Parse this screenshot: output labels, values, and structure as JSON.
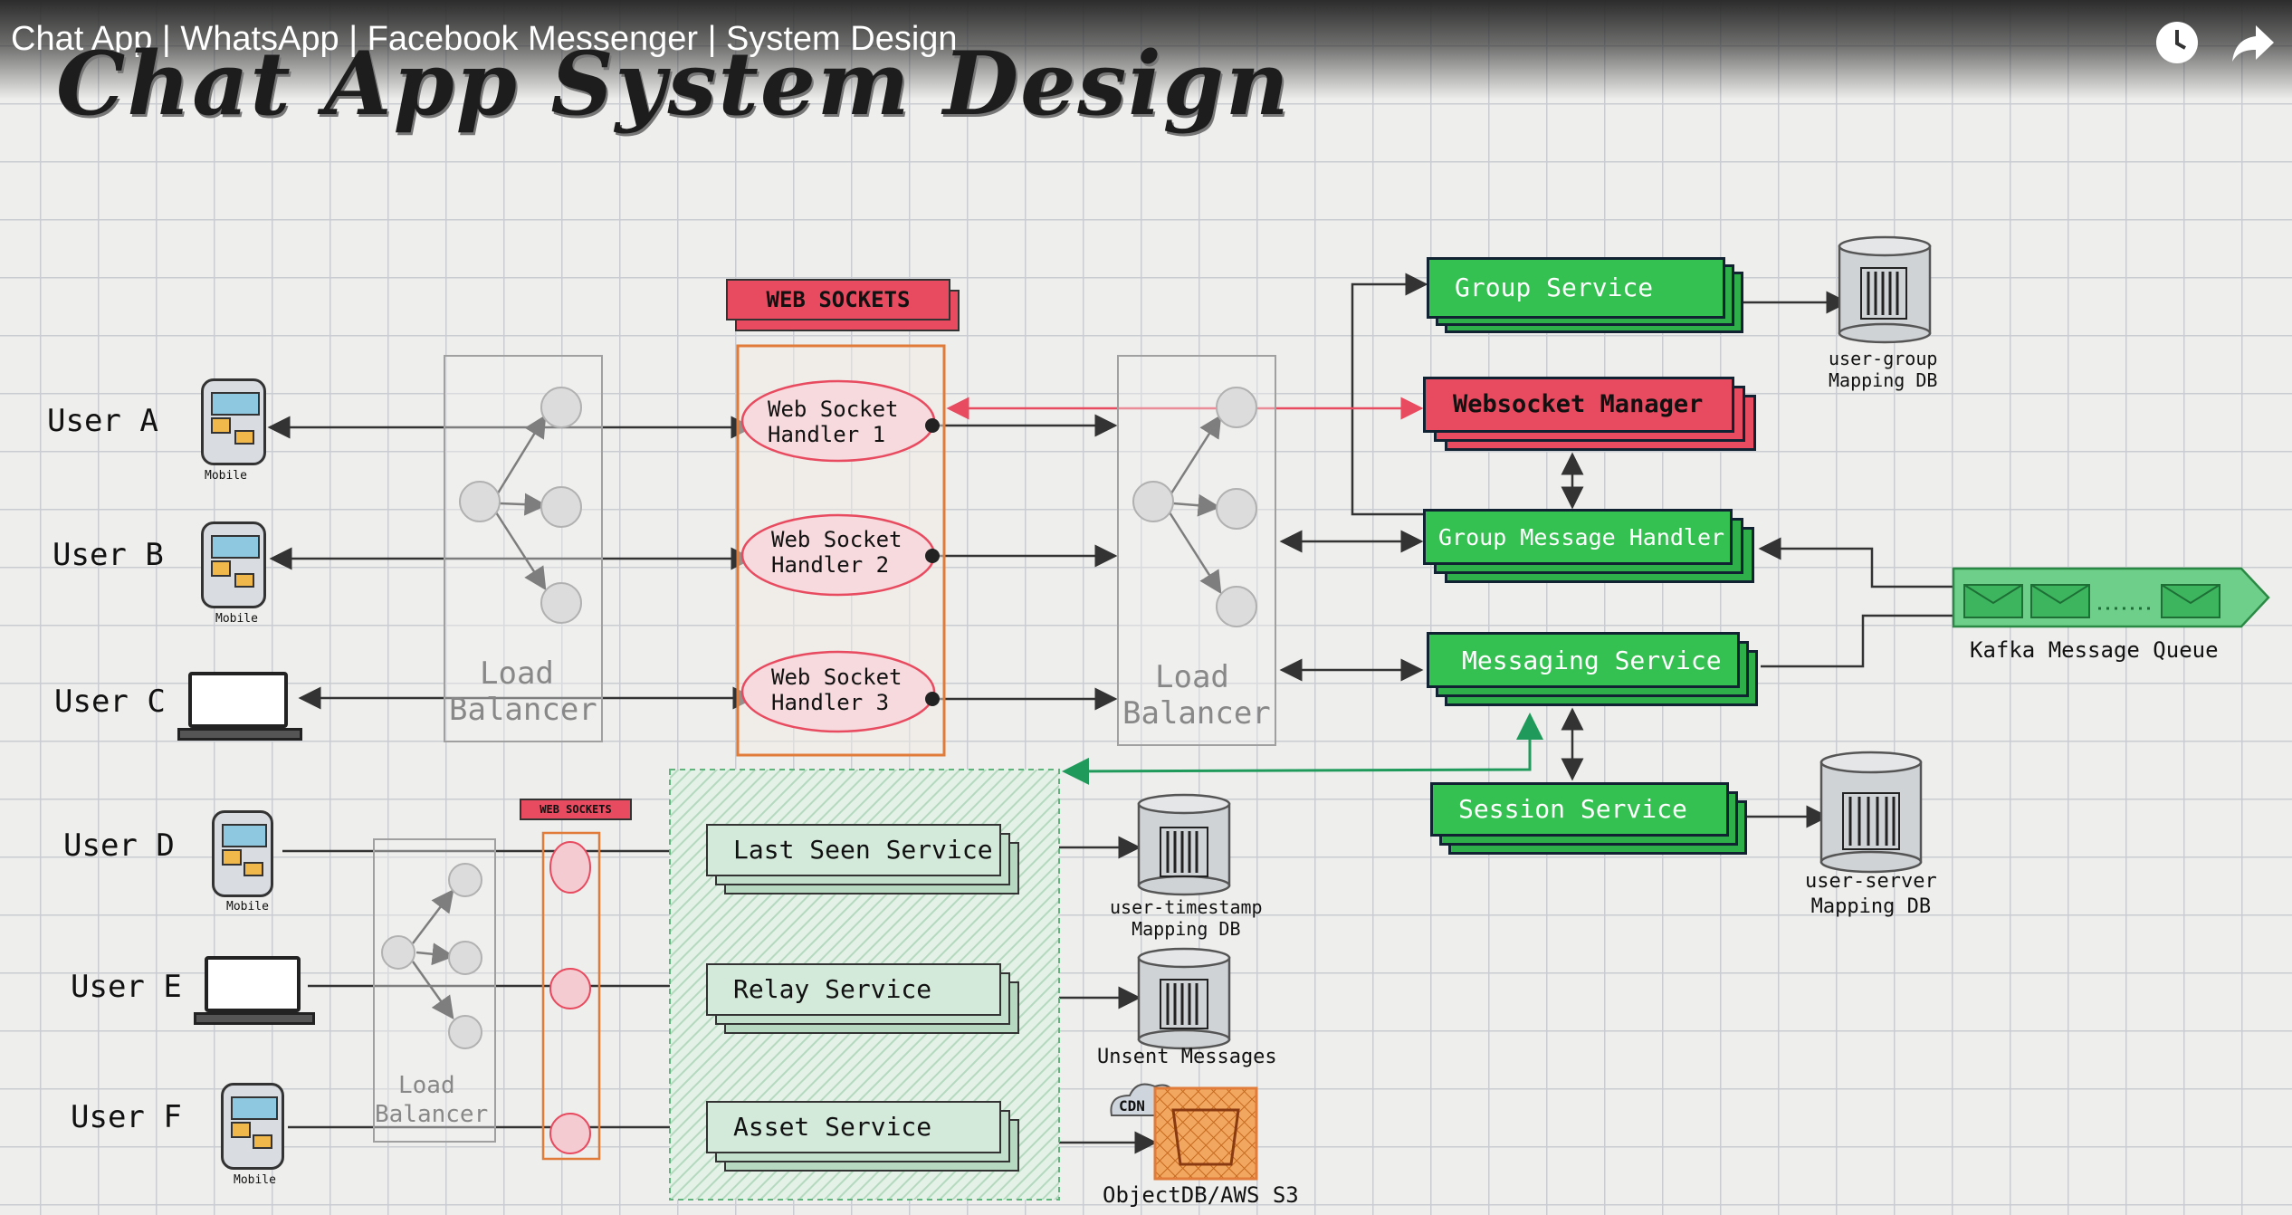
{
  "video": {
    "title": "Chat App | WhatsApp | Facebook Messenger | System Design",
    "watch_later_icon": "clock-icon",
    "share_icon": "share-arrow-icon"
  },
  "diagram": {
    "title": "Chat App System Design",
    "users": [
      "User A",
      "User B",
      "User C",
      "User D",
      "User E",
      "User F"
    ],
    "device_label": "Mobile",
    "load_balancer": [
      "Load",
      "Balancer"
    ],
    "websockets_tag": "WEB SOCKETS",
    "handlers": [
      [
        "Web Socket",
        "Handler 1"
      ],
      [
        "Web Socket",
        "Handler 2"
      ],
      [
        "Web Socket",
        "Handler 3"
      ]
    ],
    "services": {
      "group": "Group Service",
      "ws_manager": "Websocket Manager",
      "group_msg": "Group Message Handler",
      "messaging": "Messaging Service",
      "session": "Session Service",
      "last_seen": "Last Seen Service",
      "relay": "Relay Service",
      "asset": "Asset Service"
    },
    "dbs": {
      "user_group": [
        "user-group",
        "Mapping DB"
      ],
      "user_server": [
        "user-server",
        "Mapping DB"
      ],
      "user_timestamp": [
        "user-timestamp",
        "Mapping DB"
      ],
      "unsent": "Unsent Messages",
      "objectdb": "ObjectDB/AWS S3",
      "cdn": "CDN"
    },
    "kafka": "Kafka Message Queue"
  },
  "colors": {
    "green": "#2eaf4a",
    "red": "#e84a5f",
    "pale_green": "#cfe7d6",
    "orange": "#e07b39"
  }
}
